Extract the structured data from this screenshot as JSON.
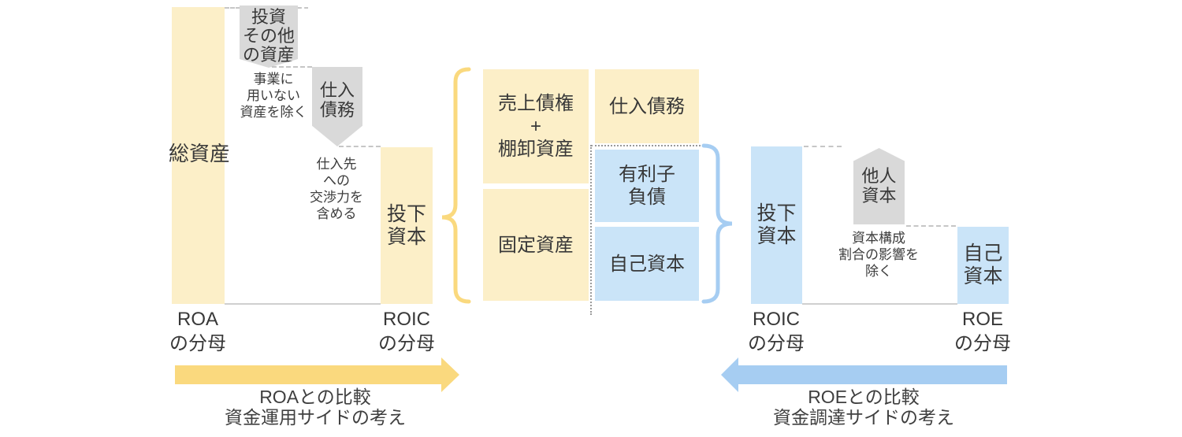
{
  "colors": {
    "cream": "#FCEFC8",
    "gold": "#FAD97E",
    "light_blue": "#CAE4F8",
    "blue": "#A6CDF2",
    "gray": "#D9D9D9",
    "text": "#3C3C3C"
  },
  "left": {
    "total_assets": "総資産",
    "invest_other_lines": [
      "投資",
      "その他",
      "の資産"
    ],
    "exclude_note_lines": [
      "事業に",
      "用いない",
      "資産を除く"
    ],
    "payables_lines": [
      "仕入",
      "債務"
    ],
    "negotiation_note_lines": [
      "仕入先",
      "への",
      "交渉力を",
      "含める"
    ],
    "invested_capital_lines": [
      "投下",
      "資本"
    ],
    "roa_caption_lines": [
      "ROA",
      "の分母"
    ],
    "roic_caption_lines": [
      "ROIC",
      "の分母"
    ]
  },
  "middle": {
    "receivables_lines": [
      "売上債権",
      "+",
      "棚卸資産"
    ],
    "fixed_assets": "固定資産",
    "payables": "仕入債務",
    "interest_debt_lines": [
      "有利子",
      "負債"
    ],
    "equity": "自己資本"
  },
  "right": {
    "invested_capital_lines": [
      "投下",
      "資本"
    ],
    "other_capital_lines": [
      "他人",
      "資本"
    ],
    "structure_note_lines": [
      "資本構成",
      "割合の影響を",
      "除く"
    ],
    "equity_lines": [
      "自己",
      "資本"
    ],
    "roic_caption_lines": [
      "ROIC",
      "の分母"
    ],
    "roe_caption_lines": [
      "ROE",
      "の分母"
    ]
  },
  "bottom": {
    "roa_arrow_lines": [
      "ROAとの比較",
      "資金運用サイドの考え"
    ],
    "roe_arrow_lines": [
      "ROEとの比較",
      "資金調達サイドの考え"
    ]
  }
}
